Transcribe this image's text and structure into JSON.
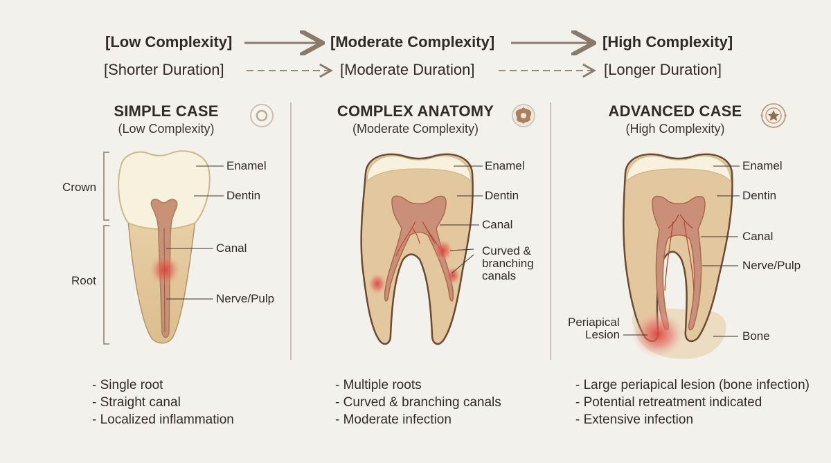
{
  "flow": {
    "complexity": [
      "[Low Complexity]",
      "[Moderate Complexity]",
      "[High Complexity]"
    ],
    "duration": [
      "[Shorter Duration]",
      "[Moderate Duration]",
      "[Longer Duration]"
    ]
  },
  "cases": [
    {
      "title": "SIMPLE CASE",
      "subtitle": "(Low Complexity)",
      "icon": "ring-icon",
      "side_labels": {
        "crown": "Crown",
        "root": "Root"
      },
      "labels": {
        "enamel": "Enamel",
        "dentin": "Dentin",
        "canal": "Canal",
        "nerve": "Nerve/Pulp"
      },
      "bullets": [
        "- Single root",
        "- Straight canal",
        "- Localized inflammation"
      ]
    },
    {
      "title": "COMPLEX ANATOMY",
      "subtitle": "(Moderate Complexity)",
      "icon": "flower-icon",
      "labels": {
        "enamel": "Enamel",
        "dentin": "Dentin",
        "canal": "Canal",
        "curved_1": "Curved &",
        "curved_2": "branching",
        "curved_3": "canals"
      },
      "bullets": [
        "- Multiple roots",
        "- Curved & branching canals",
        "- Moderate infection"
      ]
    },
    {
      "title": "ADVANCED CASE",
      "subtitle": "(High Complexity)",
      "icon": "star-icon",
      "labels": {
        "enamel": "Enamel",
        "dentin": "Dentin",
        "canal": "Canal",
        "nerve": "Nerve/Pulp",
        "lesion_1": "Periapical",
        "lesion_2": "Lesion",
        "bone": "Bone"
      },
      "bullets": [
        "- Large periapical lesion (bone infection)",
        "- Potential retreatment indicated",
        "- Extensive infection"
      ]
    }
  ],
  "colors": {
    "background": "#f3f1ec",
    "arrow": "#8a7a6a",
    "enamel": "#f8f1de",
    "dentin": "#e3c79e",
    "outline": "#6b4a34",
    "pulp": "#c98f78",
    "inflammation": "#d9443a",
    "bone": "#ecdcc2"
  }
}
